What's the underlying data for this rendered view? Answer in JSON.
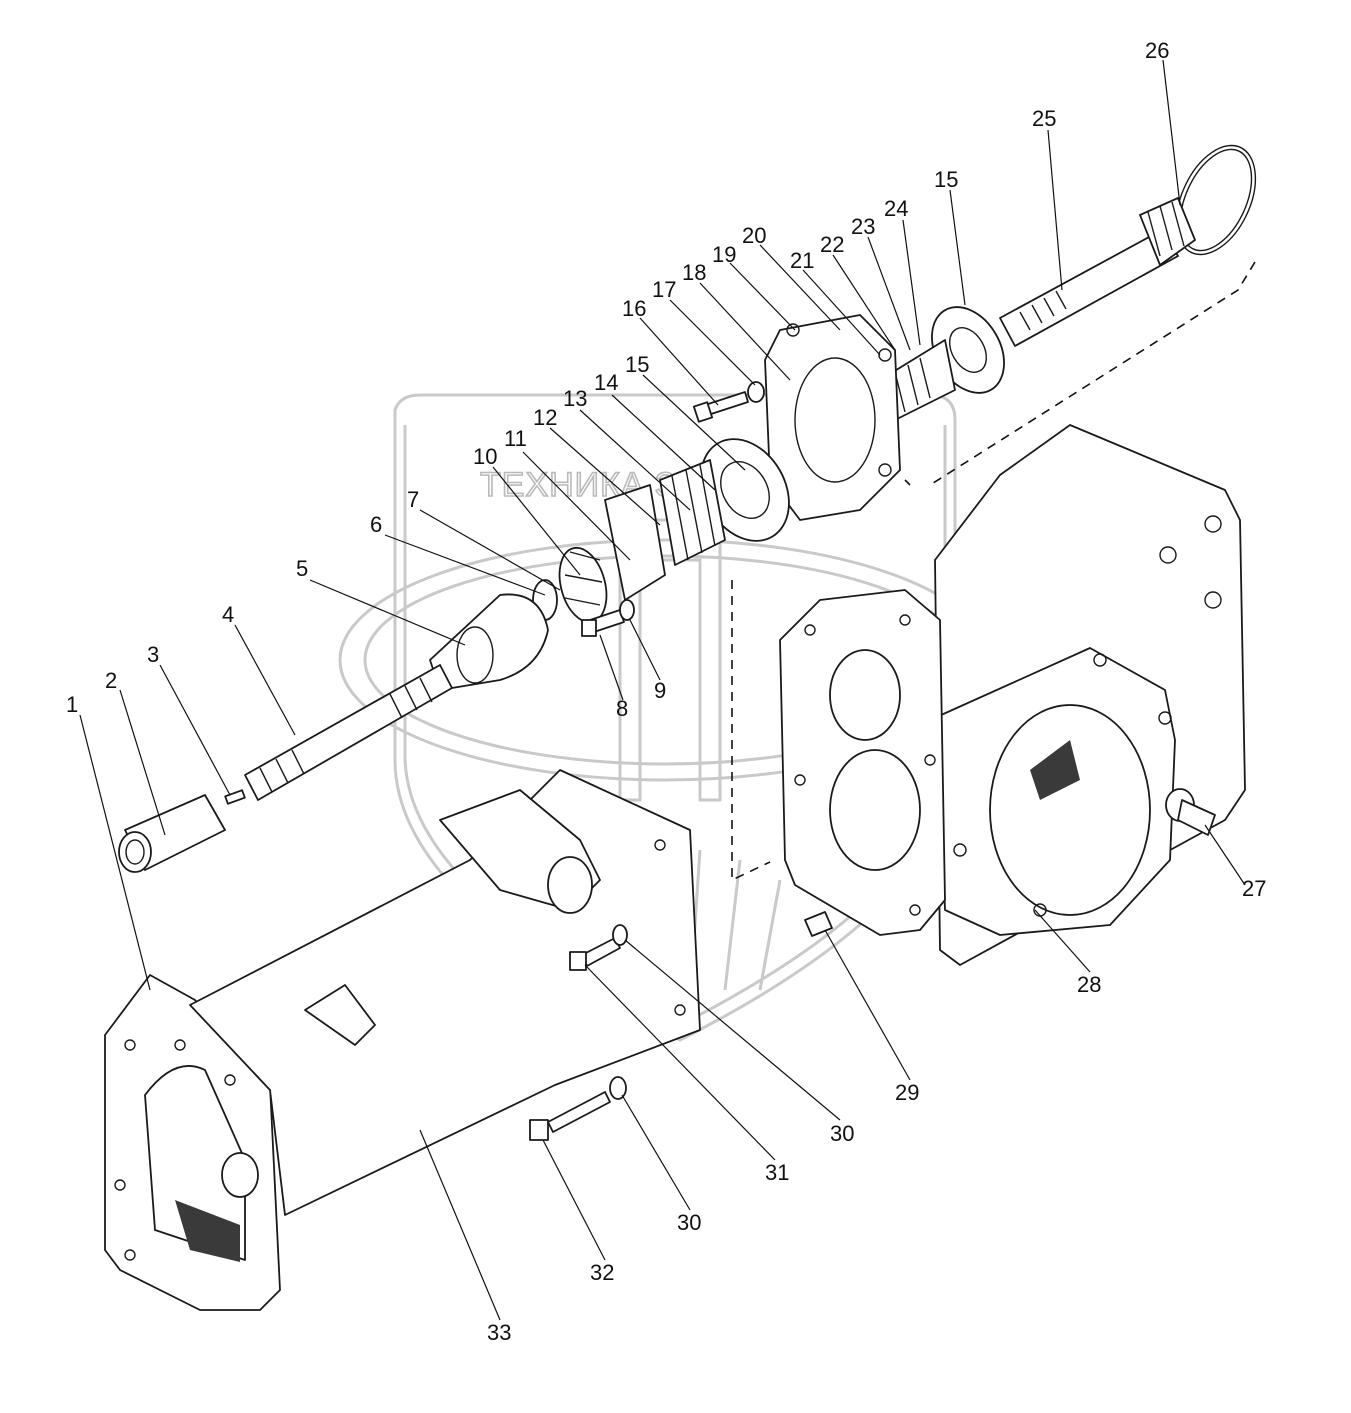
{
  "watermark": {
    "text": "ТЕХНИКА  ЗАПЧАСТИ",
    "logo": "эпф",
    "color": "#c9c9c9"
  },
  "callouts": [
    {
      "id": "c1",
      "label": "1"
    },
    {
      "id": "c2",
      "label": "2"
    },
    {
      "id": "c3",
      "label": "3"
    },
    {
      "id": "c4",
      "label": "4"
    },
    {
      "id": "c5",
      "label": "5"
    },
    {
      "id": "c6",
      "label": "6"
    },
    {
      "id": "c7",
      "label": "7"
    },
    {
      "id": "c8",
      "label": "8"
    },
    {
      "id": "c9",
      "label": "9"
    },
    {
      "id": "c10",
      "label": "10"
    },
    {
      "id": "c11",
      "label": "11"
    },
    {
      "id": "c12",
      "label": "12"
    },
    {
      "id": "c13",
      "label": "13"
    },
    {
      "id": "c14",
      "label": "14"
    },
    {
      "id": "c15a",
      "label": "15"
    },
    {
      "id": "c16",
      "label": "16"
    },
    {
      "id": "c17",
      "label": "17"
    },
    {
      "id": "c18",
      "label": "18"
    },
    {
      "id": "c19",
      "label": "19"
    },
    {
      "id": "c20",
      "label": "20"
    },
    {
      "id": "c21",
      "label": "21"
    },
    {
      "id": "c22",
      "label": "22"
    },
    {
      "id": "c23",
      "label": "23"
    },
    {
      "id": "c24",
      "label": "24"
    },
    {
      "id": "c15b",
      "label": "15"
    },
    {
      "id": "c25",
      "label": "25"
    },
    {
      "id": "c26",
      "label": "26"
    },
    {
      "id": "c27",
      "label": "27"
    },
    {
      "id": "c28",
      "label": "28"
    },
    {
      "id": "c29",
      "label": "29"
    },
    {
      "id": "c30a",
      "label": "30"
    },
    {
      "id": "c31",
      "label": "31"
    },
    {
      "id": "c30b",
      "label": "30"
    },
    {
      "id": "c32",
      "label": "32"
    },
    {
      "id": "c33",
      "label": "33"
    }
  ]
}
